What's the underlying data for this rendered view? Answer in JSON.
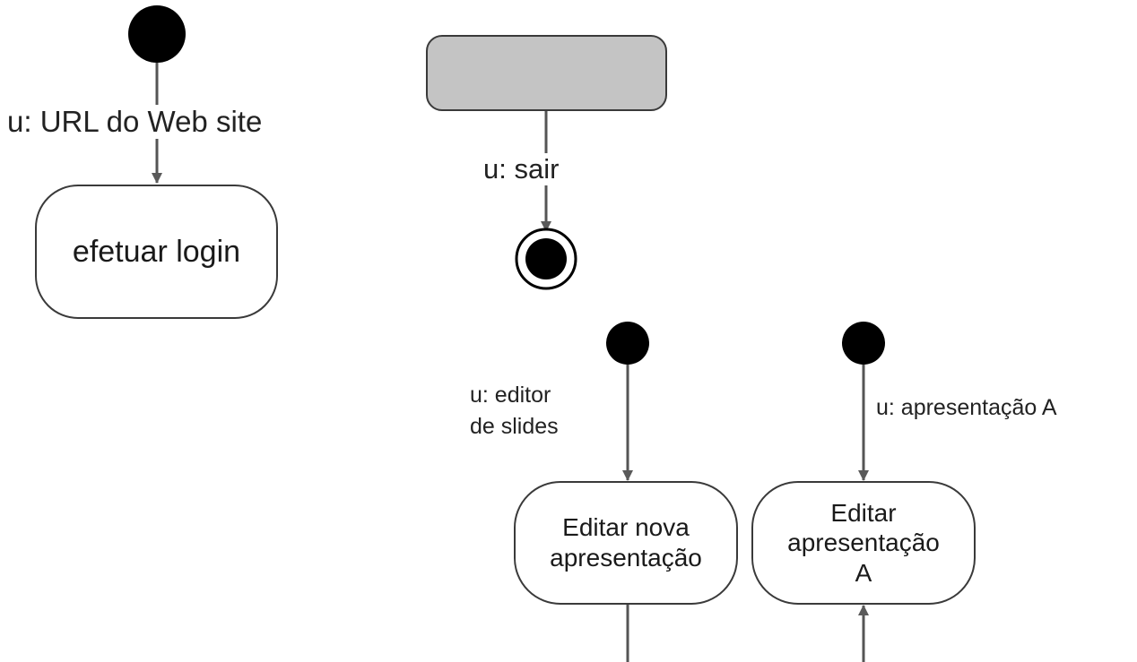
{
  "colors": {
    "line": "#555555",
    "node_border": "#3a3a3a",
    "initial_fill": "#000000",
    "composite_fill": "#c4c4c4"
  },
  "states": {
    "login": "efetuar login",
    "composite": "",
    "edit_new_line1": "Editar nova",
    "edit_new_line2": "apresentação",
    "edit_a_line1": "Editar",
    "edit_a_line2": "apresentação",
    "edit_a_line3": "A"
  },
  "transitions": {
    "url": "u: URL do Web site",
    "exit": "u: sair",
    "editor_line1": "u: editor",
    "editor_line2": "de slides",
    "presentation_a": "u: apresentação A"
  }
}
